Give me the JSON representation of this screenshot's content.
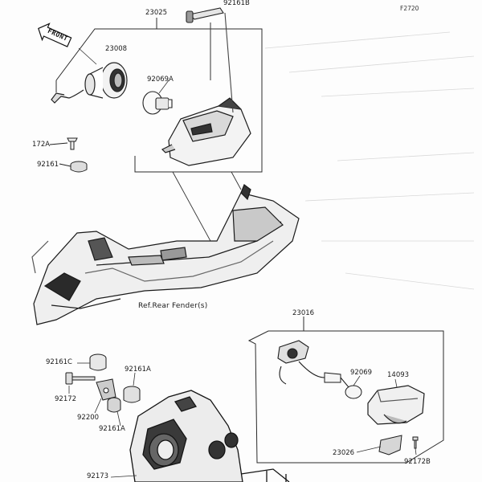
{
  "figure_code": "F2720",
  "front_label": "FRONT",
  "reference_note": "Ref.Rear Fender(s)",
  "part_numbers": {
    "assy_upper": "23025",
    "bracket_top": "92161B",
    "socket": "23008",
    "bulb_upper": "92069A",
    "screw_left_partial": "172A",
    "damper_left": "92161",
    "assy_lower": "23016",
    "bulb_lower": "92069",
    "lens": "14093",
    "bracket_lower": "23026",
    "screw_lower": "92172B",
    "damper_c": "92161C",
    "damper_a": "92161A",
    "bolt": "92172",
    "collar": "92200",
    "damper_a2": "92161A",
    "bottom_partial": "92173"
  }
}
